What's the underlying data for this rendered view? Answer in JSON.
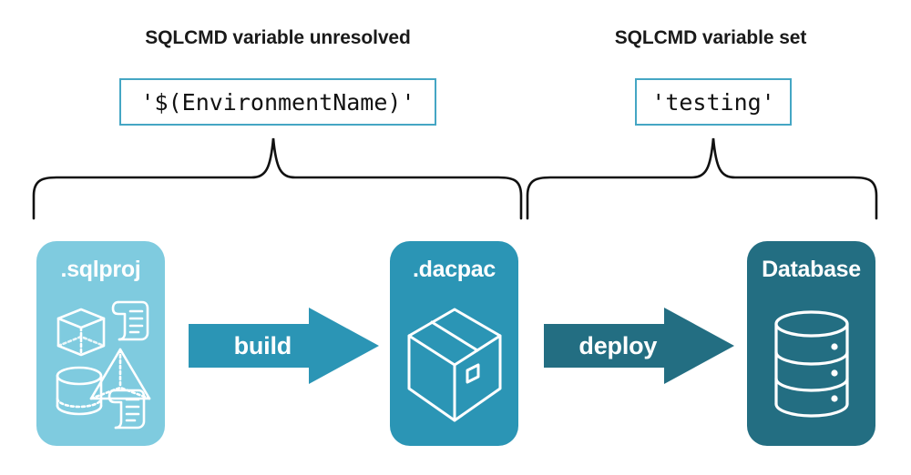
{
  "diagram": {
    "type": "pipeline-flow",
    "background": "#ffffff",
    "headings": {
      "left": "SQLCMD variable unresolved",
      "right": "SQLCMD variable set"
    },
    "code_boxes": {
      "left": {
        "value": "'$(EnvironmentName)'",
        "border_color": "#45a6c4",
        "text_color": "#111111"
      },
      "right": {
        "value": "'testing'",
        "border_color": "#45a6c4",
        "text_color": "#111111"
      }
    },
    "braces": {
      "color": "#000000",
      "left_label": "brace-spanning-sqlproj-to-dacpac",
      "right_label": "brace-spanning-dacpac-to-database"
    },
    "stages": [
      {
        "id": "sqlproj",
        "label": ".sqlproj",
        "color": "#7fcbdf",
        "icon": "sql-project-objects-icon",
        "icon_parts": [
          "cube",
          "scroll",
          "pyramid",
          "cylinder",
          "scroll"
        ]
      },
      {
        "id": "dacpac",
        "label": ".dacpac",
        "color": "#2b95b5",
        "icon": "package-box-icon"
      },
      {
        "id": "database",
        "label": "Database",
        "color": "#236e82",
        "icon": "database-cylinder-icon"
      }
    ],
    "arrows": [
      {
        "id": "build",
        "label": "build",
        "color": "#2b95b5",
        "from": "sqlproj",
        "to": "dacpac"
      },
      {
        "id": "deploy",
        "label": "deploy",
        "color": "#236e82",
        "from": "dacpac",
        "to": "database"
      }
    ]
  }
}
